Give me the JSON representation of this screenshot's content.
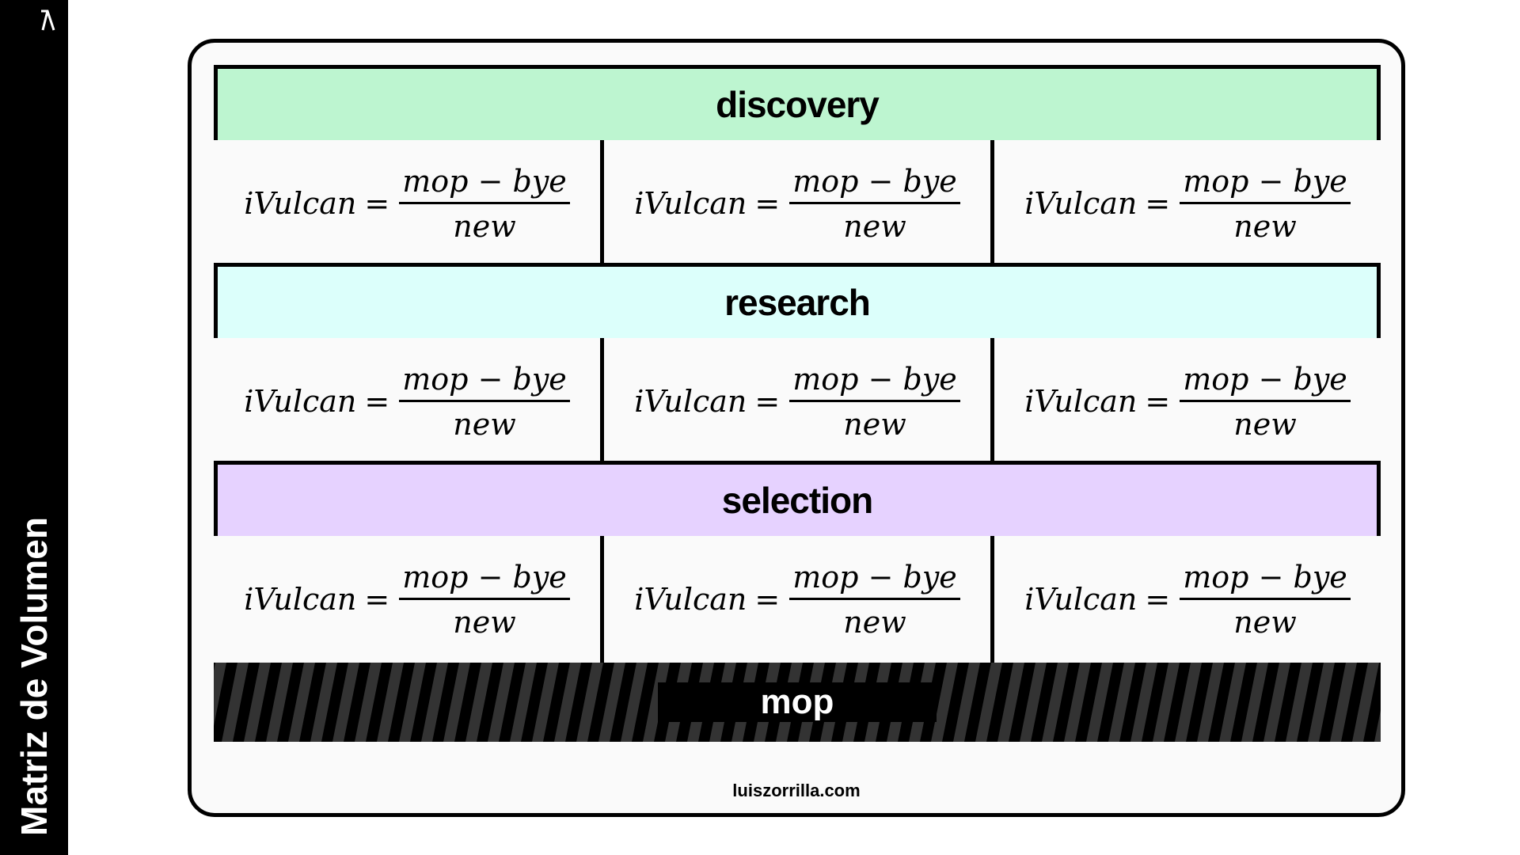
{
  "sidebar": {
    "title": "Matriz de Volumen"
  },
  "sections": [
    {
      "title": "discovery",
      "color": "#bdf5d0"
    },
    {
      "title": "research",
      "color": "#dcfffb"
    },
    {
      "title": "selection",
      "color": "#e6d2ff"
    }
  ],
  "formula": {
    "lhs": "iVulcan",
    "eq": "=",
    "numerator_a": "mop",
    "minus": "−",
    "numerator_b": "bye",
    "denominator": "new"
  },
  "footer": {
    "label": "mop"
  },
  "site": "luiszorrilla.com"
}
